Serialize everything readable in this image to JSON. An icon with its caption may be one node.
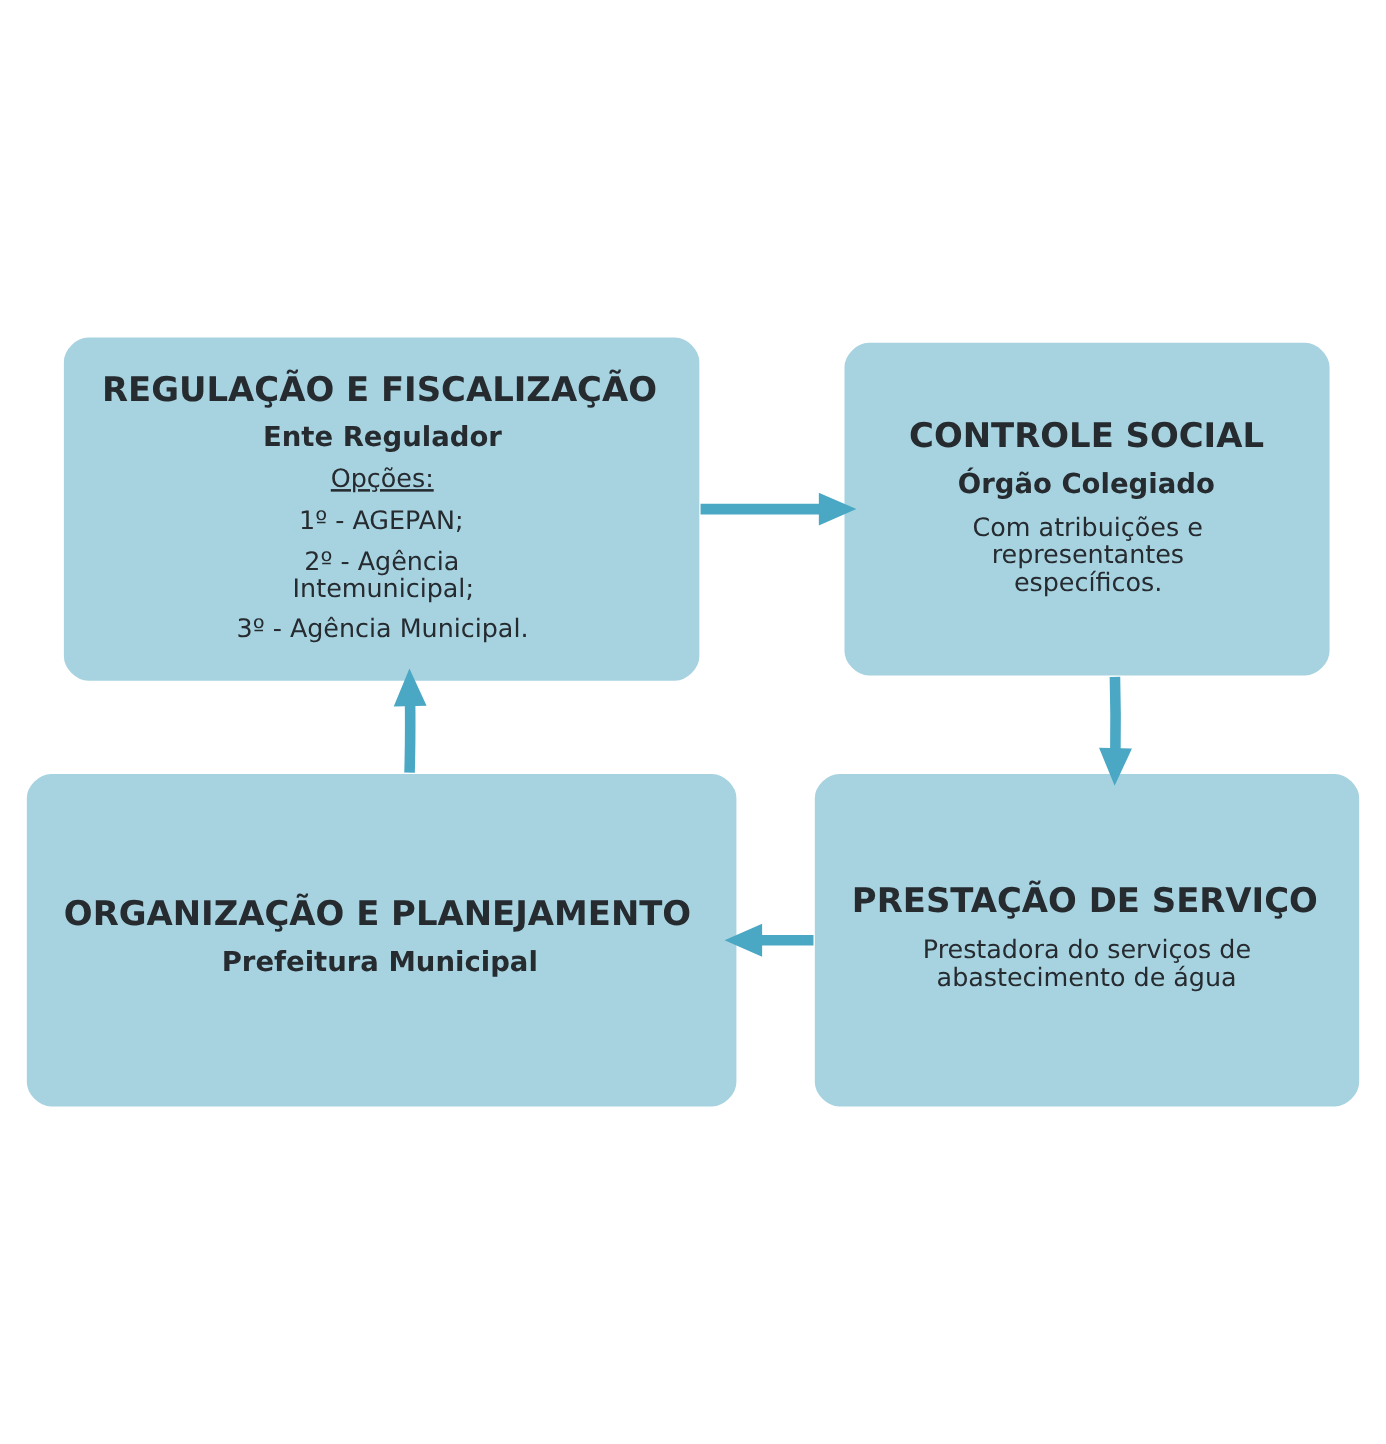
{
  "diagram": {
    "nodes": [
      {
        "text": [
          "REGULAÇÃO E FISCALIZAÇÃO",
          "Ente Regulador",
          "Opções:",
          "1º - AGEPAN;",
          "2º - Agência Intemunicipal;",
          "3º - Agência Municipal."
        ]
      },
      {
        "text": [
          "CONTROLE SOCIAL",
          "Órgão Colegiado",
          "Com atribuições e representantes específicos."
        ]
      },
      {
        "text": [
          "ORGANIZAÇÃO E PLANEJAMENTO",
          "Prefeitura Municipal"
        ]
      },
      {
        "text": [
          "PRESTAÇÃO DE SERVIÇO",
          "Prestadora do serviços de abastecimento de água"
        ]
      }
    ],
    "edges": [
      {
        "from": 0,
        "to": 1,
        "arrow": "to"
      },
      {
        "from": 1,
        "to": 3,
        "arrow": "to"
      },
      {
        "from": 3,
        "to": 2,
        "arrow": "to"
      },
      {
        "from": 2,
        "to": 0,
        "arrow": "to"
      }
    ]
  }
}
